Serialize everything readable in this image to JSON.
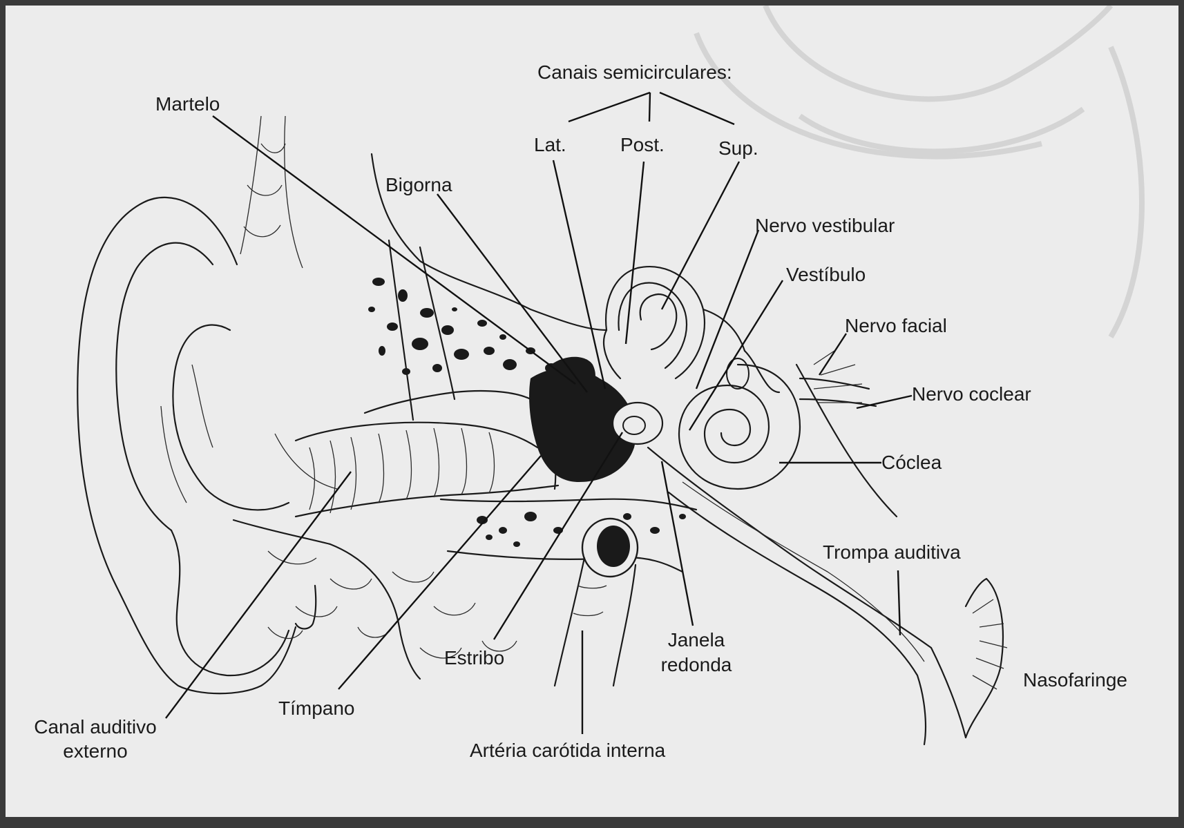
{
  "diagram": {
    "labels": {
      "canais_semicirculares": "Canais semicirculares:",
      "lat": "Lat.",
      "post": "Post.",
      "sup": "Sup.",
      "martelo": "Martelo",
      "bigorna": "Bigorna",
      "nervo_vestibular": "Nervo vestibular",
      "vestibulo": "Vestíbulo",
      "nervo_facial": "Nervo facial",
      "nervo_coclear": "Nervo coclear",
      "coclea": "Cóclea",
      "trompa_auditiva": "Trompa auditiva",
      "nasofaringe": "Nasofaringe",
      "janela_redonda_1": "Janela",
      "janela_redonda_2": "redonda",
      "estribo": "Estribo",
      "timpano": "Tímpano",
      "canal_auditivo_1": "Canal auditivo",
      "canal_auditivo_2": "externo",
      "arteria_carotida": "Artéria carótida interna"
    },
    "colors": {
      "paper": "#ececec",
      "ink": "#1a1a1a",
      "border": "#3a3a3a"
    }
  }
}
